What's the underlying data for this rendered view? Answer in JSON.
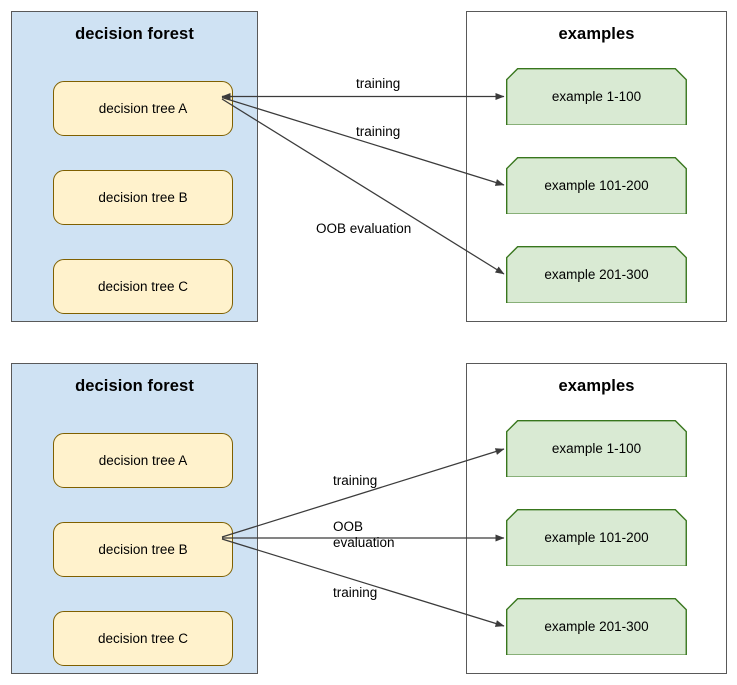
{
  "diagrams": [
    {
      "name": "top",
      "forest": {
        "title": "decision forest",
        "trees": [
          {
            "label": "decision tree A"
          },
          {
            "label": "decision tree B"
          },
          {
            "label": "decision tree C"
          }
        ]
      },
      "examples": {
        "title": "examples",
        "items": [
          {
            "label": "example 1-100"
          },
          {
            "label": "example 101-200"
          },
          {
            "label": "example 201-300"
          }
        ]
      },
      "edges": [
        {
          "label": "training",
          "from": "decision tree A",
          "to": "example 1-100"
        },
        {
          "label": "training",
          "from": "decision tree A",
          "to": "example 101-200"
        },
        {
          "label": "OOB evaluation",
          "from": "decision tree A",
          "to": "example 201-300"
        }
      ]
    },
    {
      "name": "bottom",
      "forest": {
        "title": "decision forest",
        "trees": [
          {
            "label": "decision tree A"
          },
          {
            "label": "decision tree B"
          },
          {
            "label": "decision tree C"
          }
        ]
      },
      "examples": {
        "title": "examples",
        "items": [
          {
            "label": "example 1-100"
          },
          {
            "label": "example 101-200"
          },
          {
            "label": "example 201-300"
          }
        ]
      },
      "edges": [
        {
          "label": "training",
          "from": "decision tree B",
          "to": "example 1-100"
        },
        {
          "label": "OOB\nevaluation",
          "from": "decision tree B",
          "to": "example 101-200"
        },
        {
          "label": "training",
          "from": "decision tree B",
          "to": "example 201-300"
        }
      ]
    }
  ],
  "colors": {
    "forest_fill": "#cfe2f3",
    "tree_fill": "#fff2cc",
    "tree_stroke": "#7f6000",
    "example_fill": "#d9ead3",
    "example_stroke": "#38761d",
    "panel_stroke": "#595959",
    "arrow_stroke": "#3b3b3b",
    "background": "#ffffff"
  }
}
